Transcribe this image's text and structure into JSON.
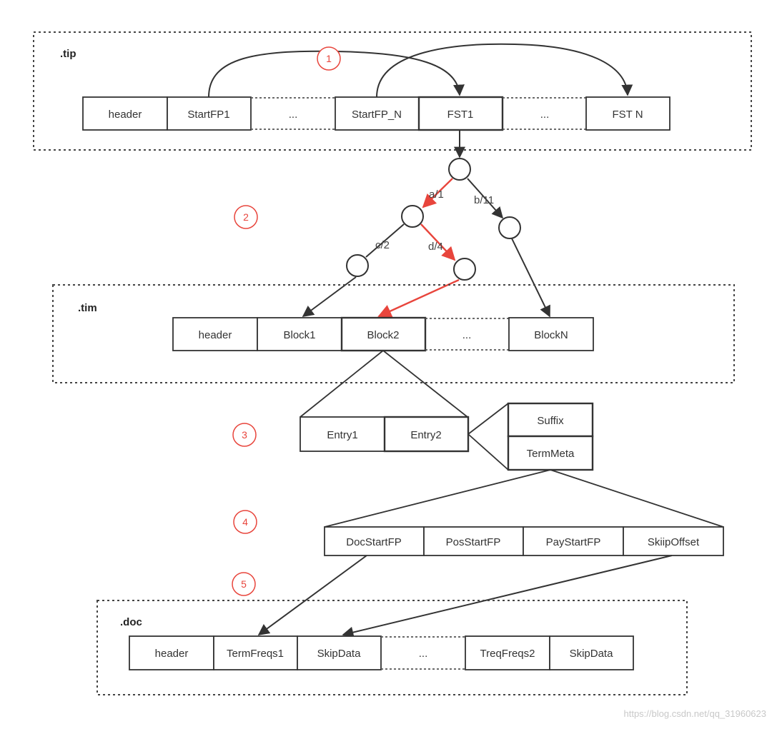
{
  "sections": {
    "tip": ".tip",
    "tim": ".tim",
    "doc": ".doc"
  },
  "tip_row": [
    "header",
    "StartFP1",
    "...",
    "StartFP_N",
    "FST1",
    "...",
    "FST N"
  ],
  "fst_edges": {
    "a": "a/1",
    "b": "b/11",
    "c": "c/2",
    "d": "d/4"
  },
  "tim_row": [
    "header",
    "Block1",
    "Block2",
    "...",
    "BlockN"
  ],
  "entry_row": [
    "Entry1",
    "Entry2"
  ],
  "entry_detail": [
    "Suffix",
    "TermMeta"
  ],
  "term_meta_row": [
    "DocStartFP",
    "PosStartFP",
    "PayStartFP",
    "SkiipOffset"
  ],
  "doc_row": [
    "header",
    "TermFreqs1",
    "SkipData",
    "...",
    "TreqFreqs2",
    "SkipData"
  ],
  "steps": [
    "1",
    "2",
    "3",
    "4",
    "5"
  ],
  "watermark": "https://blog.csdn.net/qq_31960623",
  "colors": {
    "highlight": "#e8453c",
    "stroke": "#333333"
  }
}
